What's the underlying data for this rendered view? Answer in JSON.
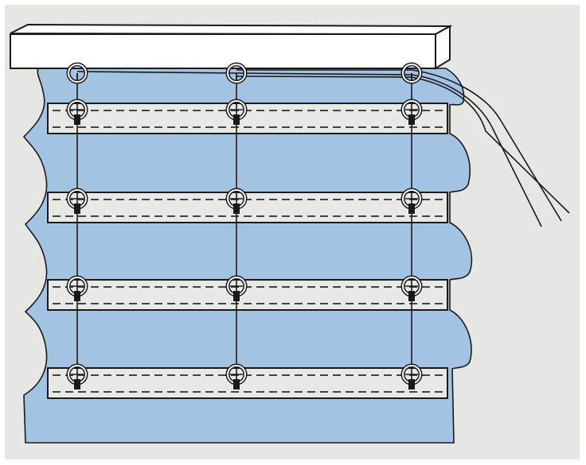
{
  "diagram": {
    "subject": "roman-blind-cord-system",
    "colors": {
      "background": "#e6e6e5",
      "fabric": "#a3c3e3",
      "strip": "#e8e8e6",
      "headrail": "#ffffff",
      "line": "#1a1a1a",
      "stitch": "#444444"
    },
    "columns": 3,
    "strips": 4
  }
}
